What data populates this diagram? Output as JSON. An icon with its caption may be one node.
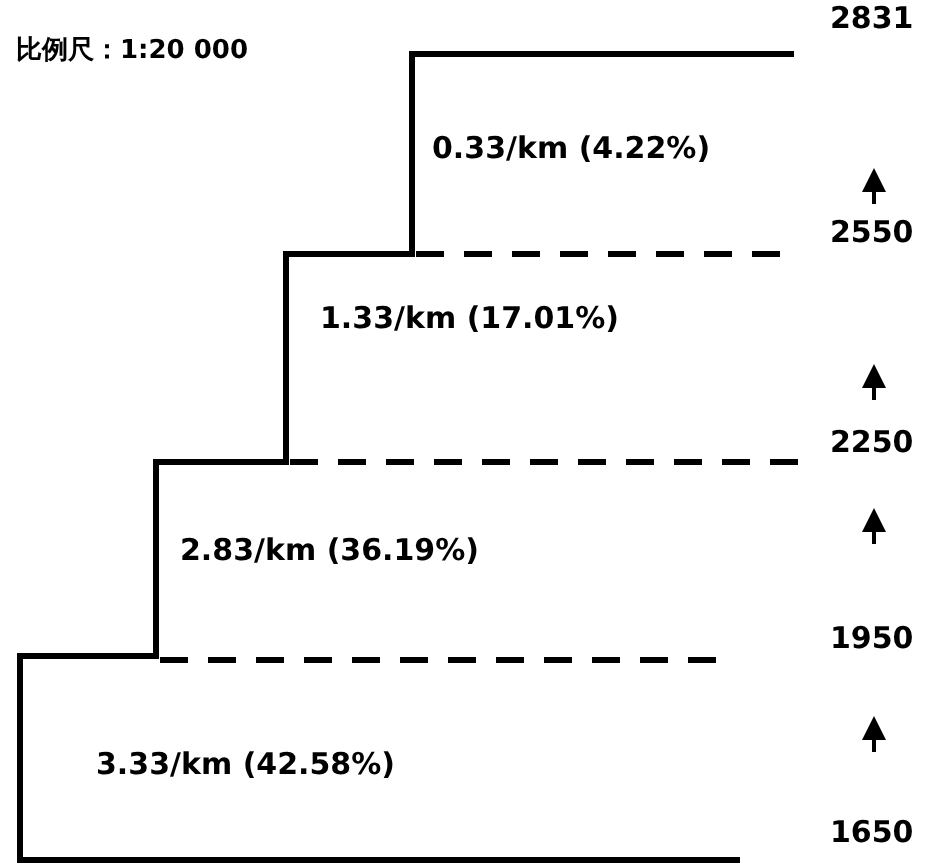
{
  "diagram": {
    "labels": [
      "比例尺：1:20 000",
      "2831",
      "0.33/km (4.22%)",
      "2550",
      "1.33/km (17.01%)",
      "2250",
      "2.83/km (36.19%)",
      "1950",
      "3.33/km (42.58%)",
      "1650"
    ]
  }
}
